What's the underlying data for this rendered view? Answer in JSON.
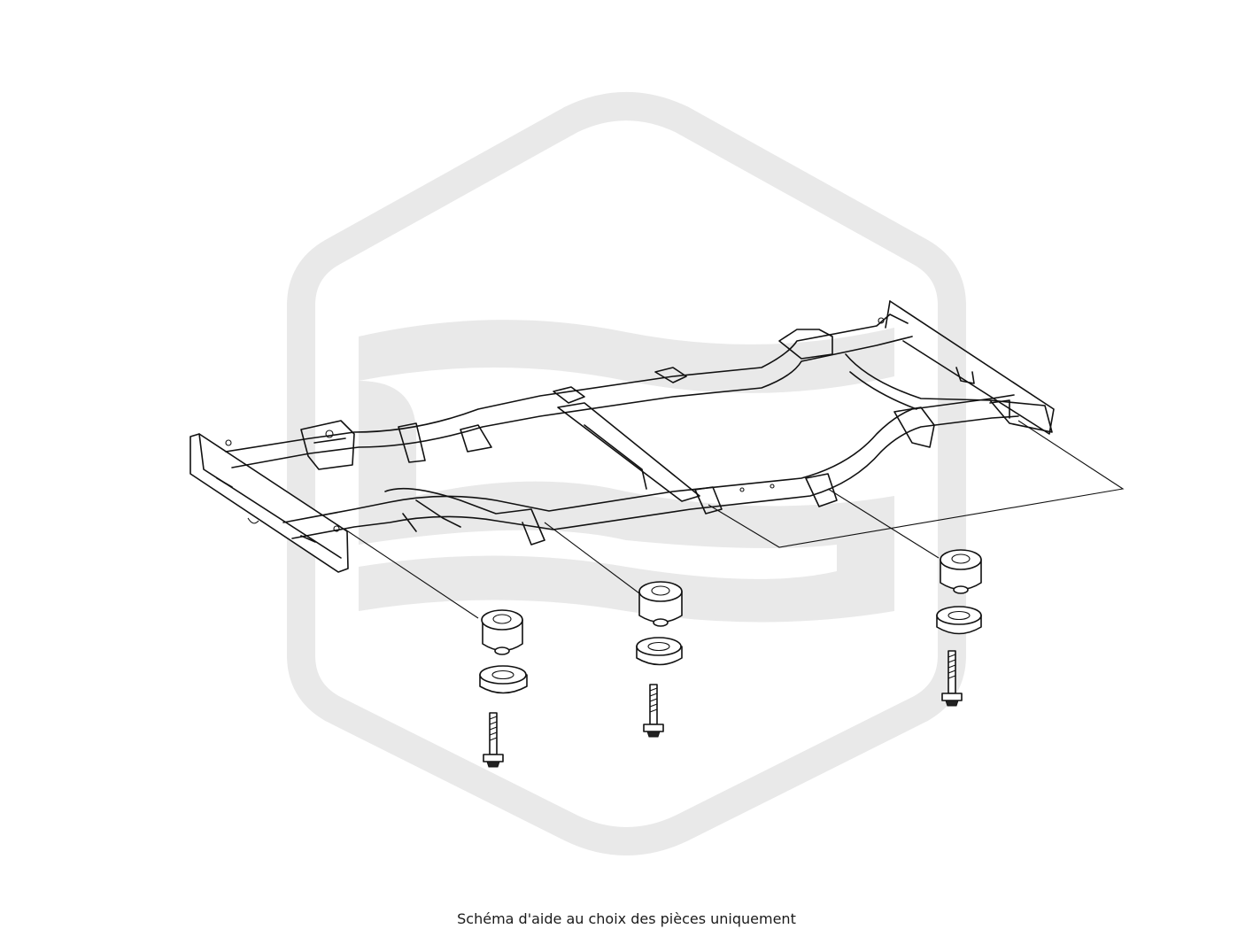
{
  "caption": "Schéma d'aide au choix des pièces uniquement",
  "watermark": {
    "shape": "hexagon-logo",
    "color": "#e9e9e9"
  },
  "diagram": {
    "subject": "vehicle frame chassis, exploded view of body mount bushings",
    "mount_stacks": [
      {
        "parts": [
          "upper-bushing",
          "lower-bushing",
          "bolt"
        ]
      },
      {
        "parts": [
          "upper-bushing",
          "lower-bushing",
          "bolt"
        ]
      },
      {
        "parts": [
          "upper-bushing",
          "lower-bushing",
          "bolt"
        ]
      }
    ]
  }
}
